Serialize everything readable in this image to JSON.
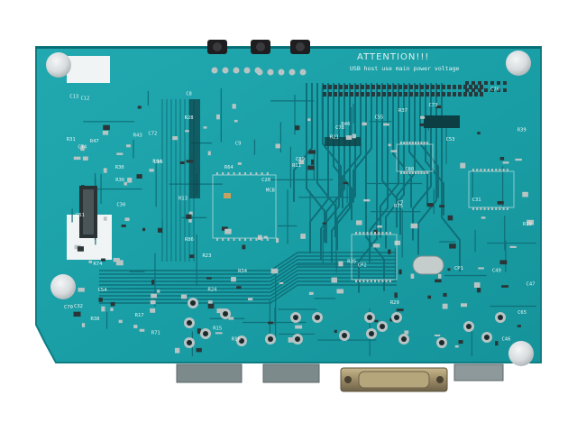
{
  "photo": {
    "subject": "pcb-underside",
    "colors": {
      "board": "#1a9fa6",
      "board_dark": "#12848c",
      "trace": "#0f6f78",
      "silkscreen": "#e8f4f4",
      "solder_pad": "#b8c4c4",
      "connector_metal": "#9a8a66",
      "hole": "#1c2a2e",
      "standoff": "#d8dcde"
    }
  },
  "silkscreen": {
    "warning_title": "ATTENTION!!!",
    "warning_text": "USB host use main power voltage",
    "labels": [
      "R28",
      "R29",
      "R30",
      "C24",
      "C31",
      "C32",
      "R24",
      "R46",
      "R86",
      "R15",
      "C16",
      "R17",
      "MCB",
      "R31",
      "C12",
      "R19",
      "C9",
      "R13",
      "R23",
      "R35",
      "R36",
      "R37",
      "R38",
      "R39",
      "R21",
      "R47",
      "R43",
      "R44",
      "C46",
      "C47",
      "C49",
      "C51",
      "C53",
      "C54",
      "C55",
      "C65",
      "C70",
      "C72",
      "C73",
      "C74",
      "C76",
      "C78",
      "C89",
      "R71",
      "R75",
      "C80",
      "R64",
      "R11",
      "R74",
      "C7",
      "C8",
      "CP1",
      "CP2",
      "R16",
      "R34",
      "C20",
      "C30",
      "C13"
    ]
  }
}
